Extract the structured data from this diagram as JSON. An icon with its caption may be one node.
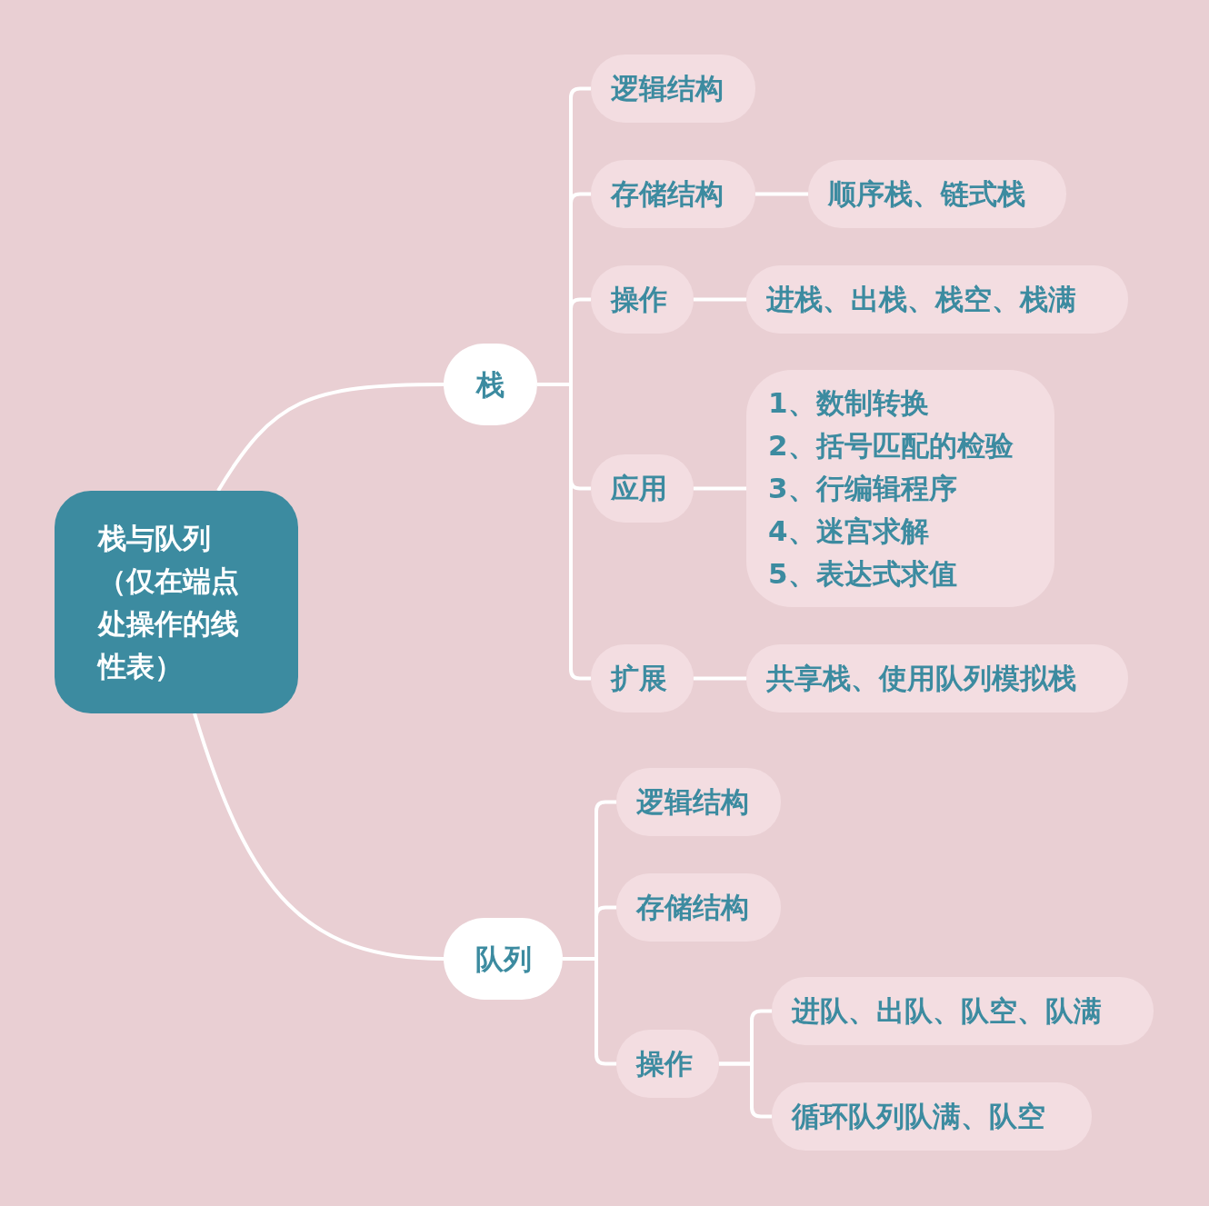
{
  "diagram": {
    "nodes": [
      {
        "text": [
          "栈与队列（仅在端点处操作的线性表）"
        ]
      },
      {
        "text": [
          "栈"
        ]
      },
      {
        "text": [
          "逻辑结构"
        ]
      },
      {
        "text": [
          "存储结构"
        ]
      },
      {
        "text": [
          "顺序栈、链式栈"
        ]
      },
      {
        "text": [
          "操作"
        ]
      },
      {
        "text": [
          "进栈、出栈、栈空、栈满"
        ]
      },
      {
        "text": [
          "应用"
        ]
      },
      {
        "text": [
          "1、数制转换",
          "2、括号匹配的检验",
          "3、行编辑程序",
          "4、迷宫求解",
          "5、表达式求值"
        ]
      },
      {
        "text": [
          "扩展"
        ]
      },
      {
        "text": [
          "共享栈、使用队列模拟栈"
        ]
      },
      {
        "text": [
          "队列"
        ]
      },
      {
        "text": [
          "逻辑结构"
        ]
      },
      {
        "text": [
          "存储结构"
        ]
      },
      {
        "text": [
          "操作"
        ]
      },
      {
        "text": [
          "进队、出队、队空、队满"
        ]
      },
      {
        "text": [
          "循环队列队满、队空"
        ]
      }
    ],
    "edges": [
      {
        "from": 0,
        "to": 1,
        "arrow": "none"
      },
      {
        "from": 0,
        "to": 11,
        "arrow": "none"
      },
      {
        "from": 1,
        "to": 2,
        "arrow": "none"
      },
      {
        "from": 1,
        "to": 3,
        "arrow": "none"
      },
      {
        "from": 3,
        "to": 4,
        "arrow": "none"
      },
      {
        "from": 1,
        "to": 5,
        "arrow": "none"
      },
      {
        "from": 5,
        "to": 6,
        "arrow": "none"
      },
      {
        "from": 1,
        "to": 7,
        "arrow": "none"
      },
      {
        "from": 7,
        "to": 8,
        "arrow": "none"
      },
      {
        "from": 1,
        "to": 9,
        "arrow": "none"
      },
      {
        "from": 9,
        "to": 10,
        "arrow": "none"
      },
      {
        "from": 11,
        "to": 12,
        "arrow": "none"
      },
      {
        "from": 11,
        "to": 13,
        "arrow": "none"
      },
      {
        "from": 11,
        "to": 14,
        "arrow": "none"
      },
      {
        "from": 14,
        "to": 15,
        "arrow": "none"
      },
      {
        "from": 14,
        "to": 16,
        "arrow": "none"
      }
    ]
  }
}
